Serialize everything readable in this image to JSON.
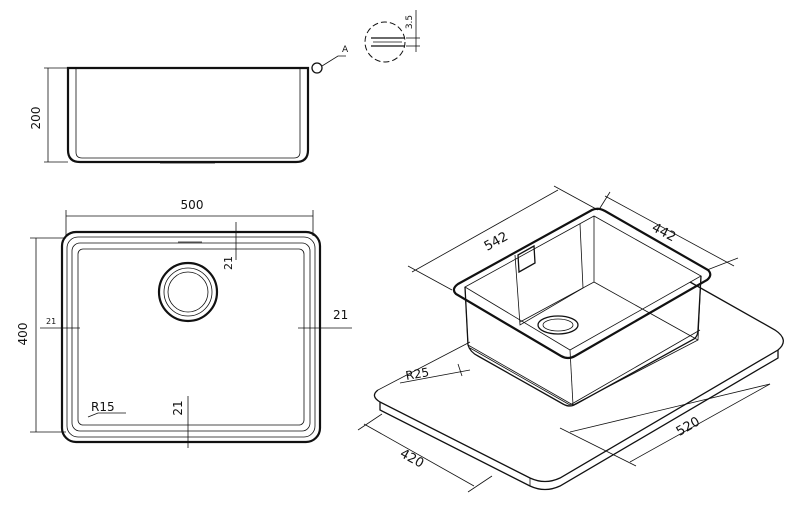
{
  "side_view": {
    "height_label": "200",
    "detail_callout": "A",
    "detail_dim": "3.5"
  },
  "top_view": {
    "width_label": "500",
    "height_label": "400",
    "inner_top_dim": "21",
    "inner_left_dim": "21",
    "inner_right_dim": "21",
    "inner_bottom_dim": "21",
    "corner_radius": "R15"
  },
  "iso_view": {
    "sink_length": "542",
    "sink_width": "442",
    "counter_depth": "420",
    "counter_length": "520",
    "corner_radius": "R25"
  }
}
